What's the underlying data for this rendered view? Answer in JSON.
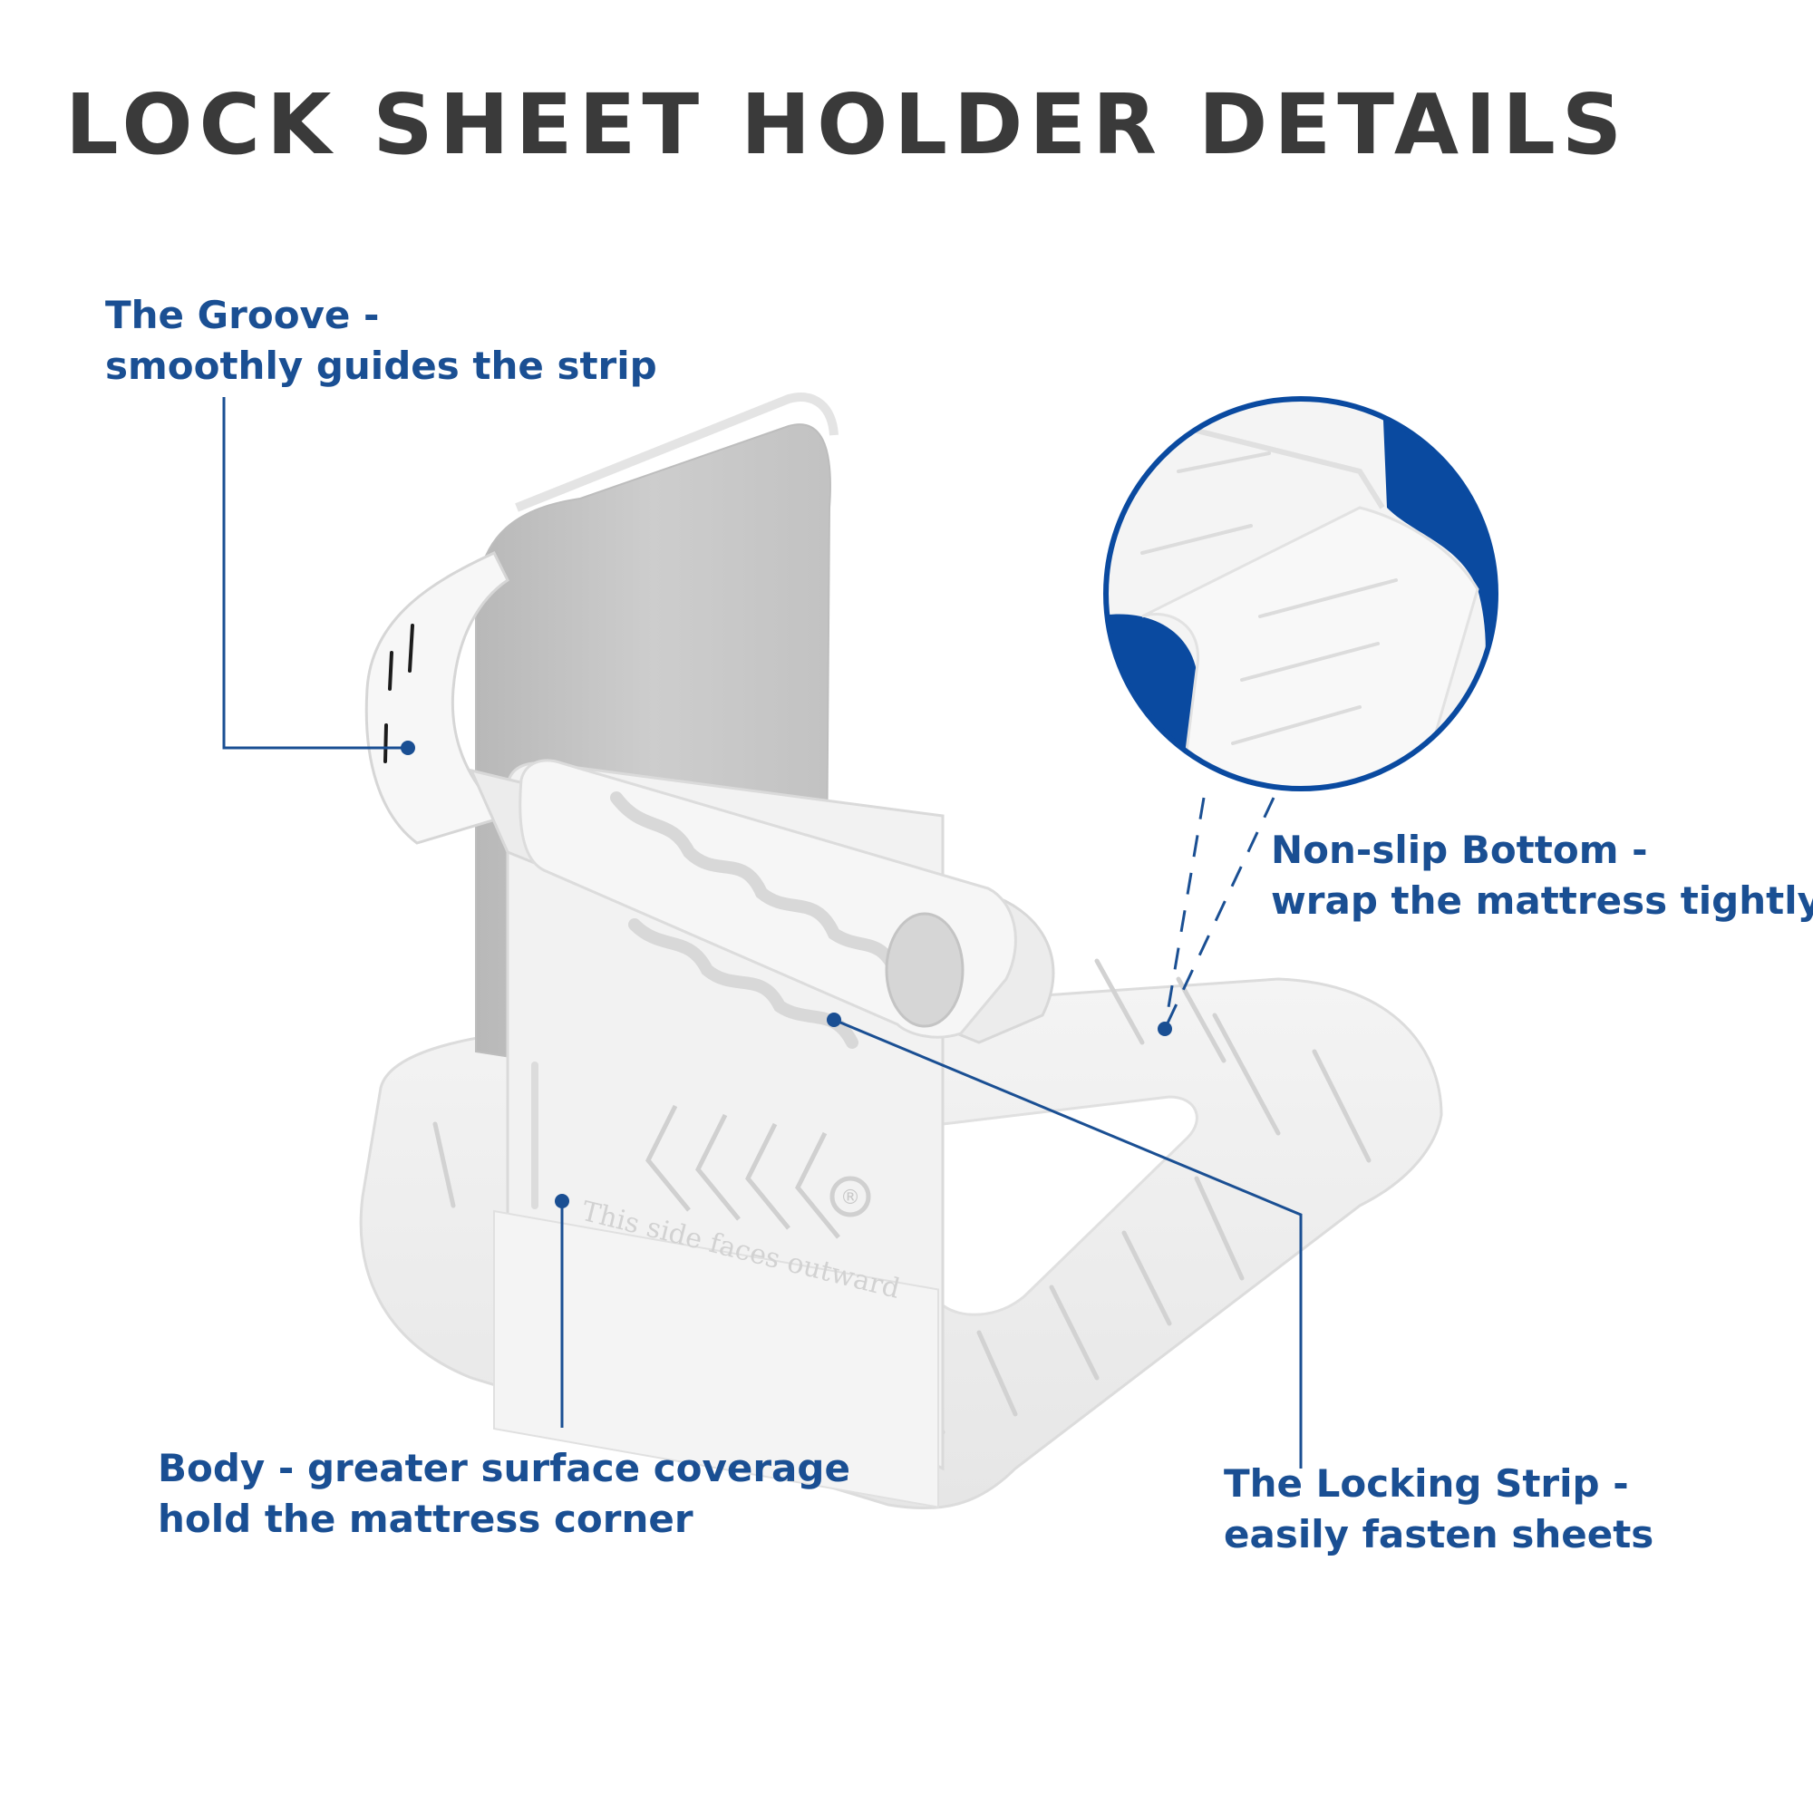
{
  "title": "LOCK SHEET HOLDER DETAILS",
  "colors": {
    "title": "#3a3a3a",
    "accent": "#1a4f93",
    "zoom_blue": "#0a4aa0",
    "plastic": "#f0f0f0",
    "plastic_shadow": "#d4d4d4",
    "upright_panel": "#c8c8c8"
  },
  "callouts": {
    "groove": {
      "title": "The Groove -",
      "description": "smoothly guides the strip"
    },
    "non_slip": {
      "title": "Non-slip Bottom -",
      "description": "wrap the mattress tightly"
    },
    "body": {
      "title": "Body - greater surface coverage",
      "description": "hold the mattress corner"
    },
    "locking_strip": {
      "title": "The Locking Strip -",
      "description": "easily fasten sheets"
    }
  },
  "product": {
    "emboss_text": "This side faces outward",
    "registered_mark": "®"
  }
}
